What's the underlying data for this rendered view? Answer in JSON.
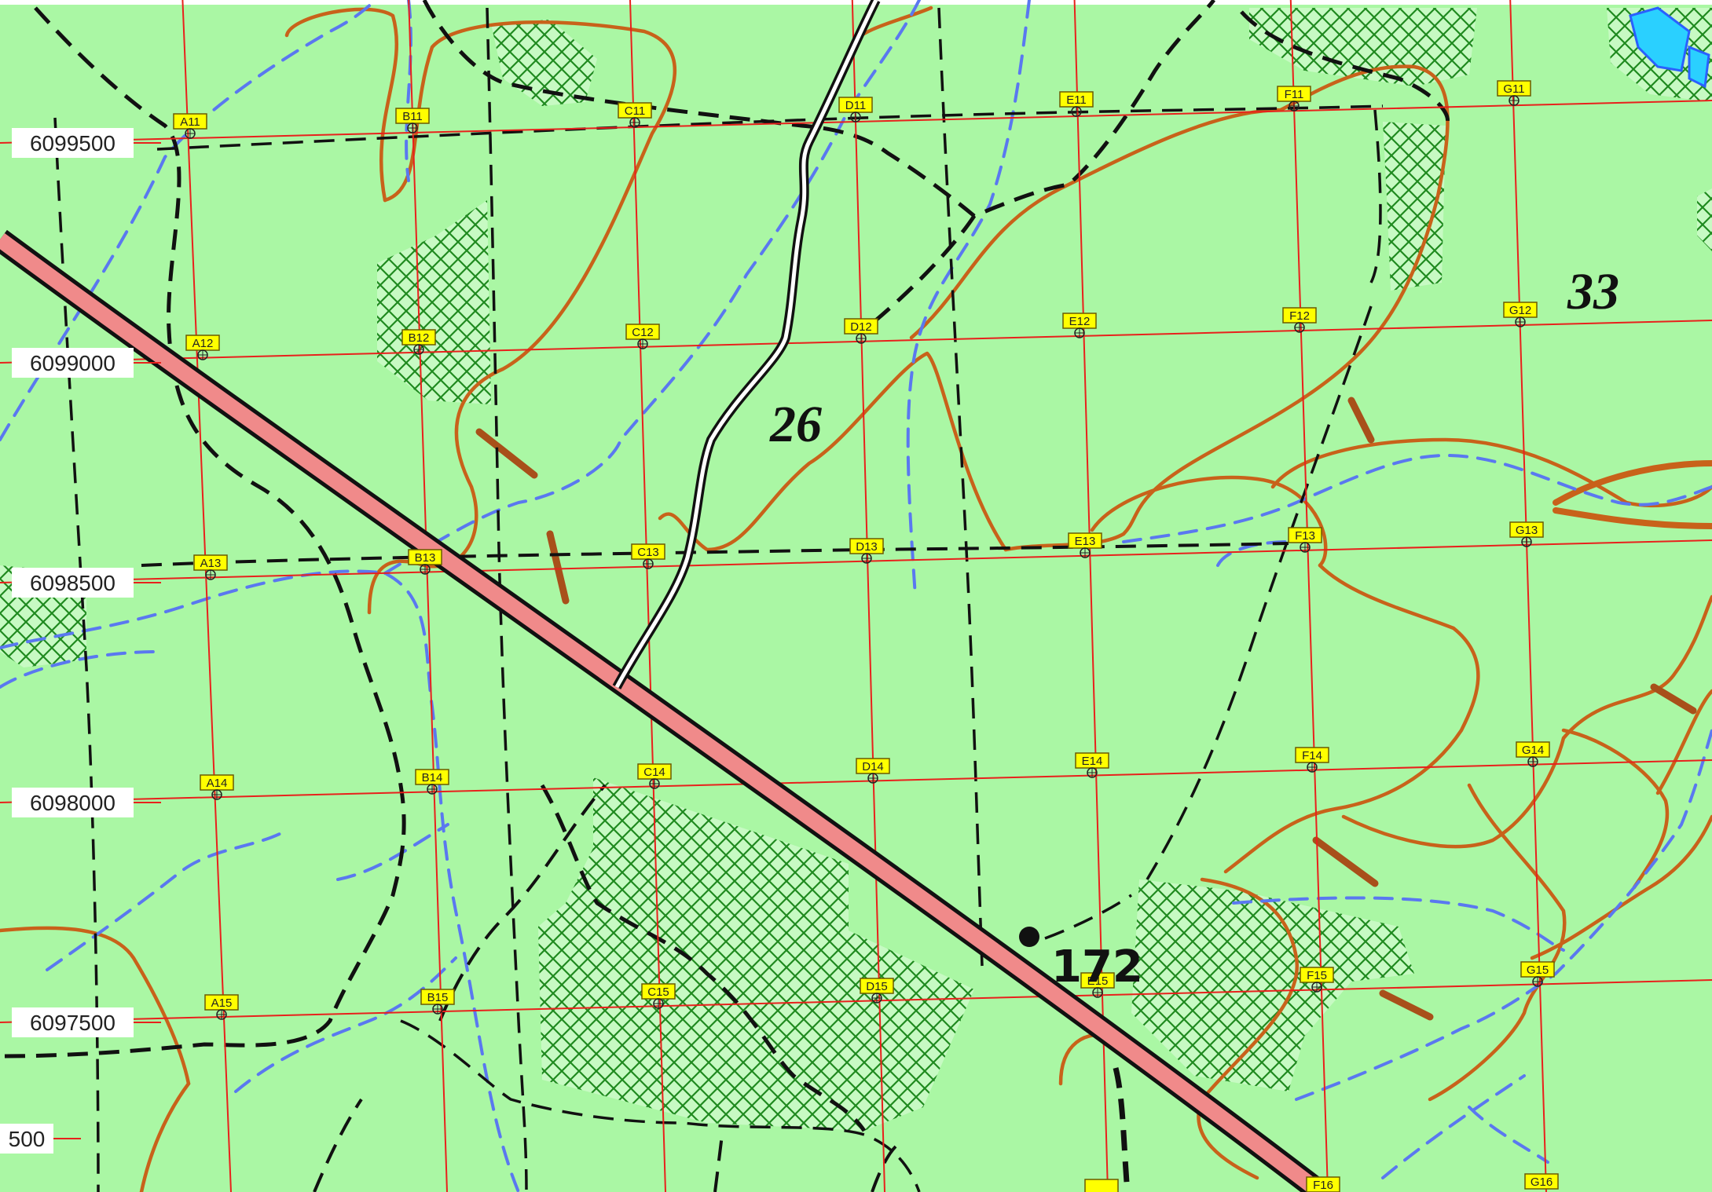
{
  "map": {
    "colors": {
      "land": "#aaf7a4",
      "grid": "#e8211c",
      "label_fill": "#ffff00",
      "label_stroke": "#6a5a00",
      "road_fill": "#f08a8a",
      "road_edge": "#111111",
      "track": "#111111",
      "contour": "#c8621a",
      "stream": "#5a78f0",
      "forest": "#1f8a1f",
      "water": "#2ad0ff"
    },
    "northing_labels": [
      {
        "id": "n-6099500",
        "text": "6099500"
      },
      {
        "id": "n-6099000",
        "text": "6099000"
      },
      {
        "id": "n-6098500",
        "text": "6098500"
      },
      {
        "id": "n-6098000",
        "text": "6098000"
      },
      {
        "id": "n-6097500",
        "text": "6097500"
      },
      {
        "id": "n-partial",
        "text": "500"
      }
    ],
    "grid_columns": [
      "A",
      "B",
      "C",
      "D",
      "E",
      "F",
      "G"
    ],
    "grid_rows": [
      "11",
      "12",
      "13",
      "14",
      "15",
      "16"
    ],
    "sector_labels": [
      {
        "id": "sector-26",
        "text": "26"
      },
      {
        "id": "sector-33",
        "text": "33"
      }
    ],
    "spot_height": {
      "text": "172"
    },
    "icons": {
      "grid_point": "crosshair-circle-icon",
      "spot_height": "spot-height-dot-icon"
    }
  }
}
